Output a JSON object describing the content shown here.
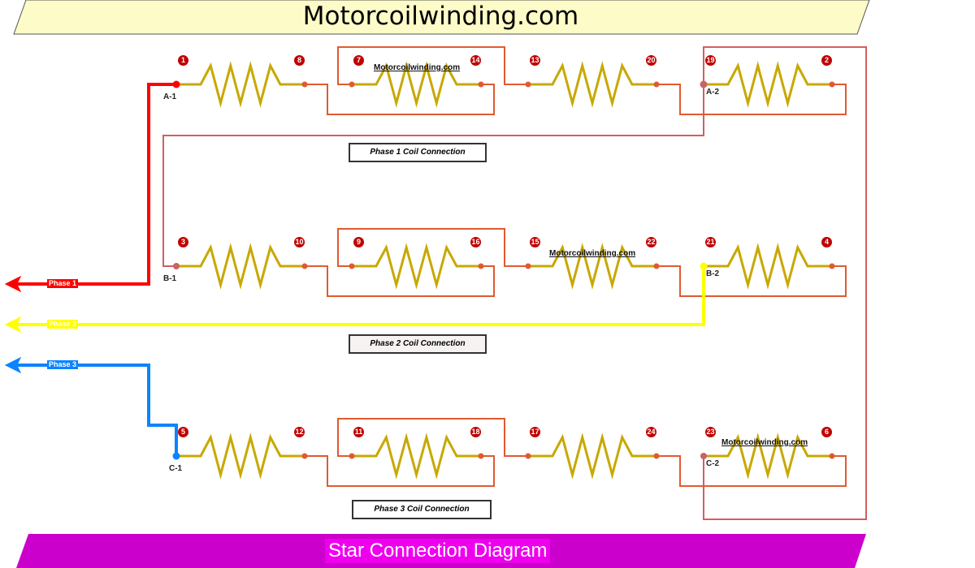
{
  "header": {
    "title": "Motorcoilwinding.com"
  },
  "footer": {
    "title": "Star Connection Diagram"
  },
  "watermark": "Motorcoilwinding.com",
  "colors": {
    "phase1": "#ff0000",
    "phase2": "#ffff00",
    "phase3": "#0a84ff",
    "coil": "#c8a800",
    "wire": "#e05a30",
    "outer_wire": "#d06060",
    "header_bg": "#fdfbc8",
    "footer_bg": "#cc00cc"
  },
  "phases": [
    {
      "label": "Phase 1",
      "box_label": "Phase 1 Coil Connection",
      "start": "A-1",
      "end": "A-2",
      "coils": [
        [
          "1",
          "8"
        ],
        [
          "7",
          "14"
        ],
        [
          "13",
          "20"
        ],
        [
          "19",
          "2"
        ]
      ]
    },
    {
      "label": "Phase 2",
      "box_label": "Phase 2 Coil Connection",
      "start": "B-1",
      "end": "B-2",
      "coils": [
        [
          "3",
          "10"
        ],
        [
          "9",
          "16"
        ],
        [
          "15",
          "22"
        ],
        [
          "21",
          "4"
        ]
      ]
    },
    {
      "label": "Phase 3",
      "box_label": "Phase 3 Coil Connection",
      "start": "C-1",
      "end": "C-2",
      "coils": [
        [
          "5",
          "12"
        ],
        [
          "11",
          "18"
        ],
        [
          "17",
          "24"
        ],
        [
          "23",
          "6"
        ]
      ]
    }
  ]
}
